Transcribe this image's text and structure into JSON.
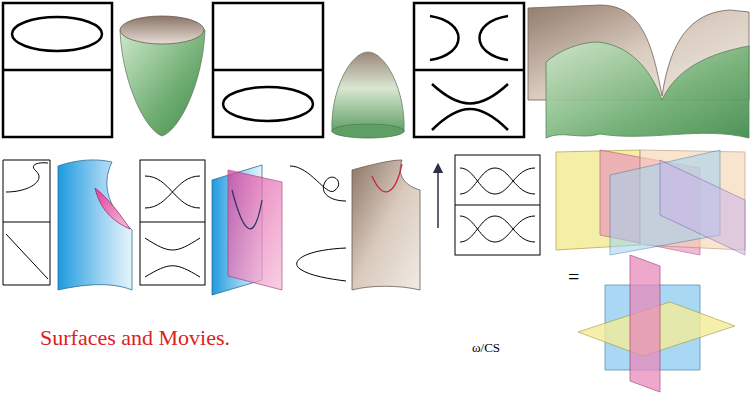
{
  "diagram": {
    "caption": "Surfaces and Movies.",
    "labels": [
      "ω/CS",
      "="
    ]
  }
}
